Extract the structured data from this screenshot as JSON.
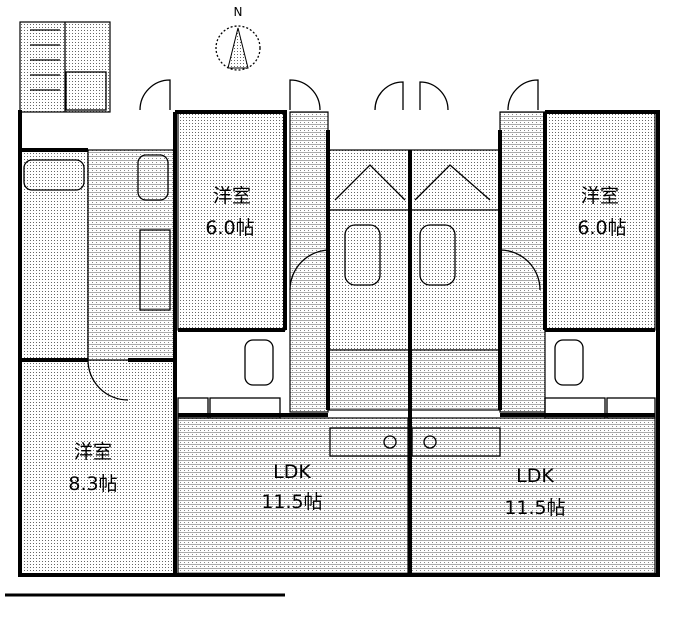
{
  "compass": {
    "label": "N"
  },
  "rooms": {
    "west_bedroom": {
      "name": "洋室",
      "size": "8.3帖"
    },
    "center_bedroom": {
      "name": "洋室",
      "size": "6.0帖"
    },
    "east_bedroom": {
      "name": "洋室",
      "size": "6.0帖"
    },
    "ldk_left": {
      "name": "LDK",
      "size": "11.5帖"
    },
    "ldk_right": {
      "name": "LDK",
      "size": "11.5帖"
    }
  },
  "colors": {
    "line": "#000000",
    "background": "#ffffff"
  }
}
